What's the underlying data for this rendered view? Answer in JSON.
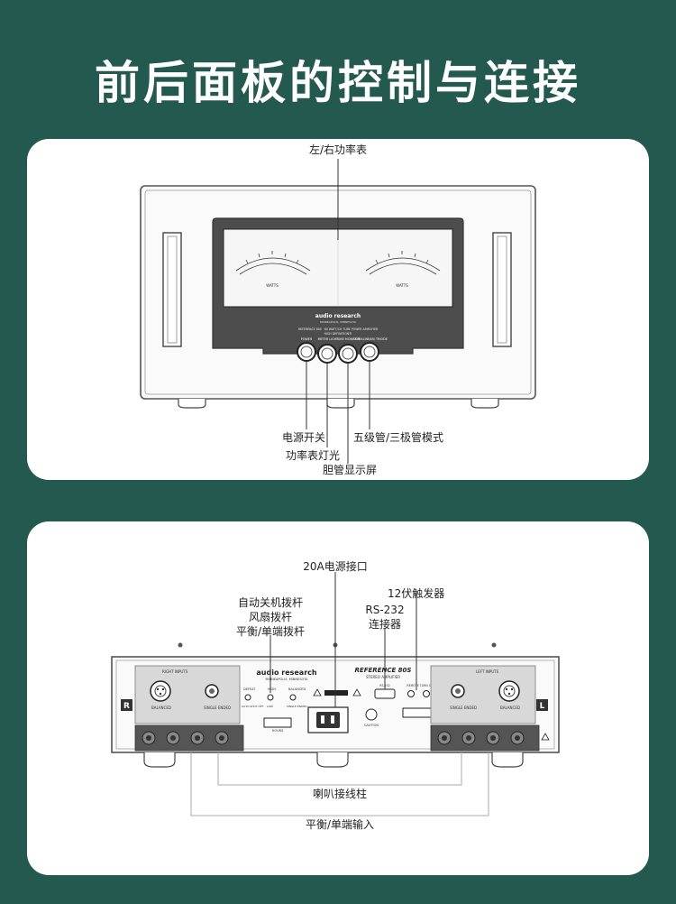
{
  "page": {
    "title": "前后面板的控制与连接"
  },
  "front_panel": {
    "callouts": {
      "meters": "左/右功率表",
      "power": "电源开关",
      "meter_light": "功率表灯光",
      "tube_display": "胆管显示屏",
      "mode": "五级管/三极管模式"
    },
    "brand": "audio research",
    "brand_sub": "MINNEAPOLIS, MINNESOTA",
    "model_line": "REFERENCE 80S · 80 WATT/CH TUBE POWER AMPLIFIER",
    "model_line2": "HIGH DEFINITION®",
    "meter_unit": "WATTS",
    "knobs": [
      "POWER",
      "METER LIGHT",
      "TUBE MONITOR",
      "ULTRALINEAR/ TRIODE"
    ]
  },
  "rear_panel": {
    "callouts": {
      "power_inlet": "20A电源接口",
      "trigger": "12伏触发器",
      "rs232_line1": "RS-232",
      "rs232_line2": "连接器",
      "switches_line1": "自动关机拨杆",
      "switches_line2": "风扇拨杆",
      "switches_line3": "平衡/单端拨杆",
      "speaker_terminals": "喇叭接线柱",
      "inputs": "平衡/单端输入"
    },
    "brand": "audio research",
    "brand_sub": "MINNEAPOLIS, MINNESOTA",
    "model": "REFERENCE 80S",
    "model_sub": "STEREO AMPLIFIER",
    "right_inputs": "RIGHT INPUTS",
    "left_inputs": "LEFT INPUTS",
    "balanced": "BALANCED",
    "single_ended": "SINGLE ENDED",
    "channel_r": "R",
    "channel_l": "L",
    "caution": "CAUTION",
    "rs232_label": "RS-232",
    "remote_label": "REMOTE TURN ON",
    "hours": "HOURS",
    "switch_labels": [
      "DEFEAT",
      "HIGH",
      "BALANCED"
    ],
    "switch_sub": [
      "AUTO SHUT OFF",
      "LOW",
      "SINGLE ENDED"
    ]
  }
}
